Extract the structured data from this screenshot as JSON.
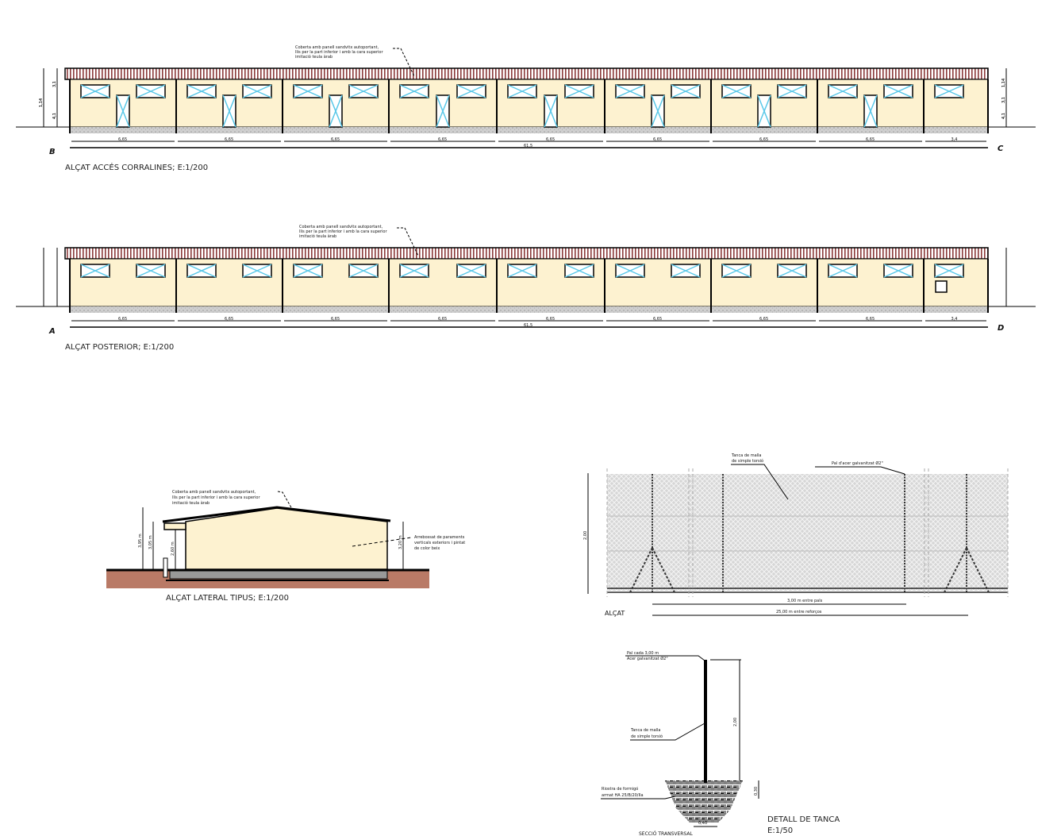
{
  "colors": {
    "wall": "#fdf2d0",
    "roof": "#8b3a3a",
    "glass": "#5ac8e8",
    "plinth": "#c8c8c8",
    "soil": "#b97a66",
    "mesh": "#c0c0c0"
  },
  "roof_note": [
    "Coberta amb panell sandvitx autoportant,",
    "llis per la part inferior i amb la cara superior",
    "imitació teula àrab"
  ],
  "elevations": [
    {
      "title": "ALÇAT ACCÉS CORRALINES; E:1/200",
      "left_mark": "B",
      "right_mark": "C",
      "bay_dims": [
        "6,65",
        "6,65",
        "6,65",
        "6,65",
        "6,65",
        "6,65",
        "6,65",
        "6,65",
        "3,4"
      ],
      "total_dim": "61,5",
      "height_dims": [
        "1,14",
        "3,1",
        "4,1"
      ],
      "doors": true
    },
    {
      "title": "ALÇAT POSTERIOR; E:1/200",
      "left_mark": "A",
      "right_mark": "D",
      "bay_dims": [
        "6,65",
        "6,65",
        "6,65",
        "6,65",
        "6,65",
        "6,65",
        "6,65",
        "6,65",
        "3,4"
      ],
      "total_dim": "61,5",
      "height_dims": [
        "1,14",
        "3,1",
        "4,1"
      ],
      "doors": false
    }
  ],
  "lateral": {
    "title": "ALÇAT LATERAL TIPUS; E:1/200",
    "wall_note": [
      "Arrebossat de paraments",
      "verticals exteriors i pintat",
      "de color beix"
    ],
    "dims": [
      "3,95 m",
      "3,05 m",
      "2,60 m",
      "3,20 m"
    ]
  },
  "fence": {
    "label_mesh": [
      "Tanca de malla",
      "de simple torsió"
    ],
    "label_post": "Pal d'acer galvanitzat Ø2\"",
    "height": "2,00",
    "posts_span": "3,00 m entre pals",
    "reinforce_span": "25,00 m entre reforços",
    "view": "ALÇAT"
  },
  "detail": {
    "post_note": [
      "Pal cada 3,00 m",
      "Acer galvanitzat Ø2\""
    ],
    "mesh_note": [
      "Tanca de malla",
      "de simple torsió"
    ],
    "footing_note": [
      "Riostra de formigó",
      "armat HA 25/B/20/IIa"
    ],
    "height": "2,00",
    "depth": "0,30",
    "width": "0,40",
    "section": "SECCIÓ TRANSVERSAL",
    "title": "DETALL DE TANCA",
    "scale": "E:1/50"
  }
}
